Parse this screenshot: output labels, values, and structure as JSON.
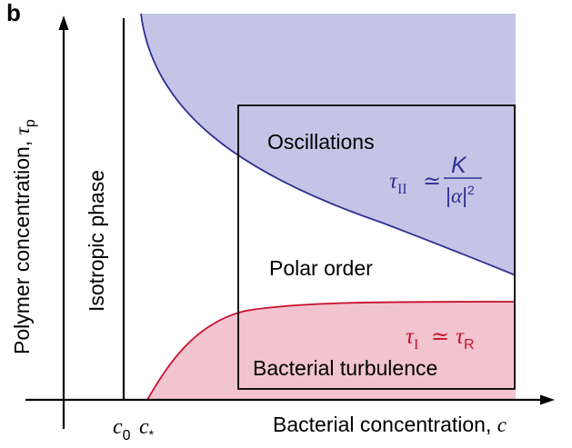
{
  "panel_label": "b",
  "axes": {
    "x_label": "Bacterial concentration, ",
    "x_symbol": "c",
    "y_label": "Polymer concentration, ",
    "y_symbol": "τ",
    "y_subscript": "p",
    "tick_c0": "c",
    "tick_c0_sub": "0",
    "tick_cstar": "c",
    "tick_cstar_sub": "*"
  },
  "regions": {
    "isotropic": "Isotropic phase",
    "oscillations": "Oscillations",
    "polar": "Polar order",
    "turbulence": "Bacterial turbulence"
  },
  "equations": {
    "tau2_symbol": "τ",
    "tau2_sub": "II",
    "tau2_approx": "≃",
    "tau2_numerator": "K",
    "tau2_denominator_bar_open": "|",
    "tau2_denominator_alpha": "α",
    "tau2_denominator_bar_close": "|",
    "tau2_denominator_exp": "2",
    "tau1_symbol": "τ",
    "tau1_sub": "I",
    "tau1_approx": "≃",
    "tau1_rhs_symbol": "τ",
    "tau1_rhs_sub": "R"
  },
  "colors": {
    "oscillation_fill": "#c4c5e6",
    "oscillation_line": "#2e3192",
    "turbulence_fill": "#f2c4d0",
    "turbulence_line": "#c8102e",
    "axis": "#000000",
    "blue_text": "#2e3192",
    "red_text": "#c8102e"
  }
}
